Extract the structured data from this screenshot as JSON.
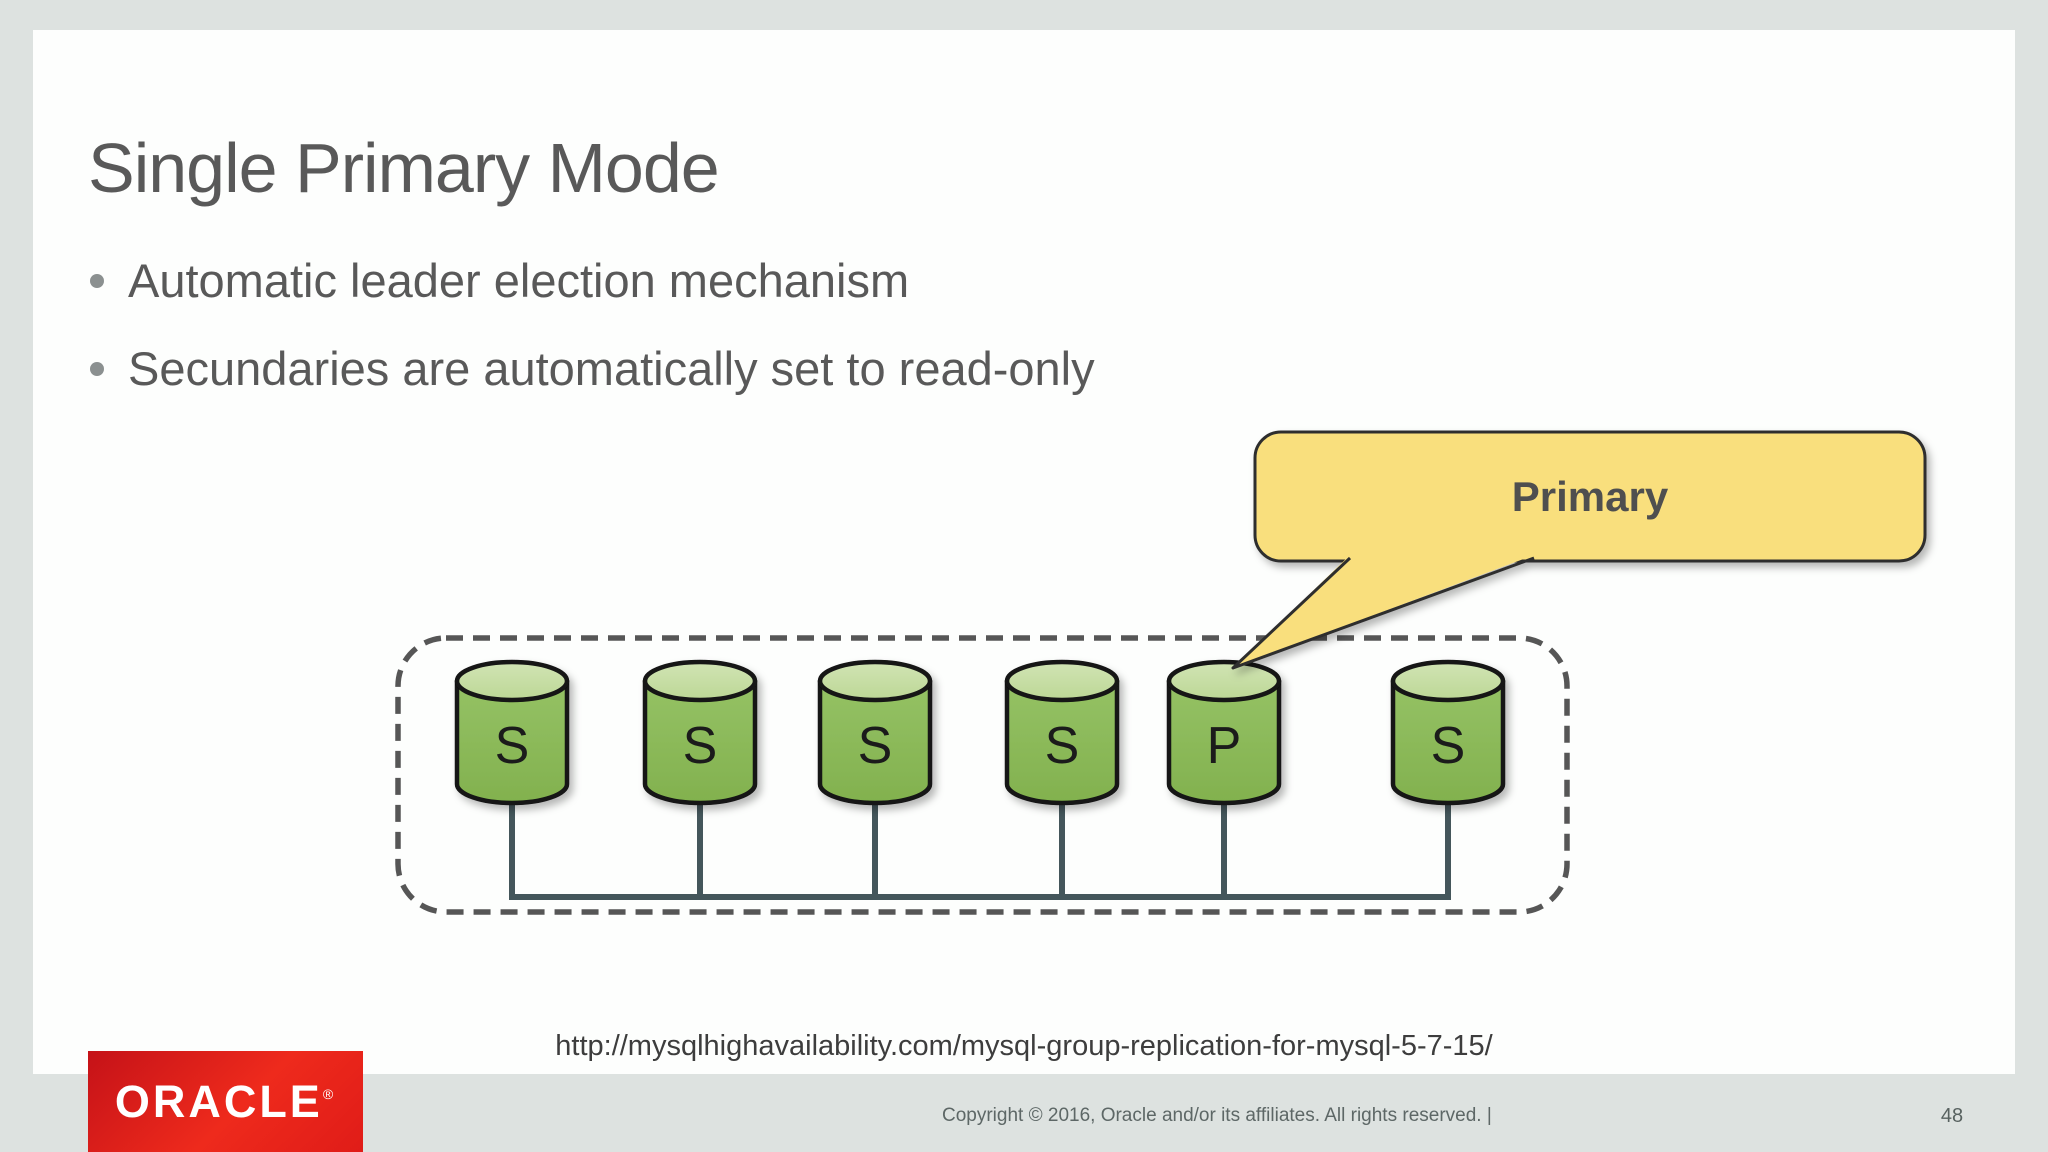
{
  "slide": {
    "title": "Single Primary Mode",
    "bullets": [
      "Automatic leader election mechanism",
      "Secundaries are automatically set to read-only"
    ],
    "source_url": "http://mysqlhighavailability.com/mysql-group-replication-for-mysql-5-7-15/"
  },
  "diagram": {
    "callout": {
      "label": "Primary",
      "fill_color": "#f9df7d",
      "border_color": "#2e2e2e"
    },
    "nodes": [
      {
        "label": "S",
        "role": "secondary"
      },
      {
        "label": "S",
        "role": "secondary"
      },
      {
        "label": "S",
        "role": "secondary"
      },
      {
        "label": "S",
        "role": "secondary"
      },
      {
        "label": "P",
        "role": "primary"
      },
      {
        "label": "S",
        "role": "secondary"
      }
    ],
    "colors": {
      "cylinder_body": "#8cbe5a",
      "cylinder_top": "#c6dda5",
      "cylinder_outline": "#121212",
      "connector": "#44565b",
      "group_border": "#565656"
    }
  },
  "footer": {
    "logo_text": "ORACLE",
    "logo_registered": "®",
    "logo_color": "#e2231a",
    "copyright": "Copyright © 2016, Oracle and/or its affiliates. All rights reserved.  |",
    "page_number": "48"
  }
}
